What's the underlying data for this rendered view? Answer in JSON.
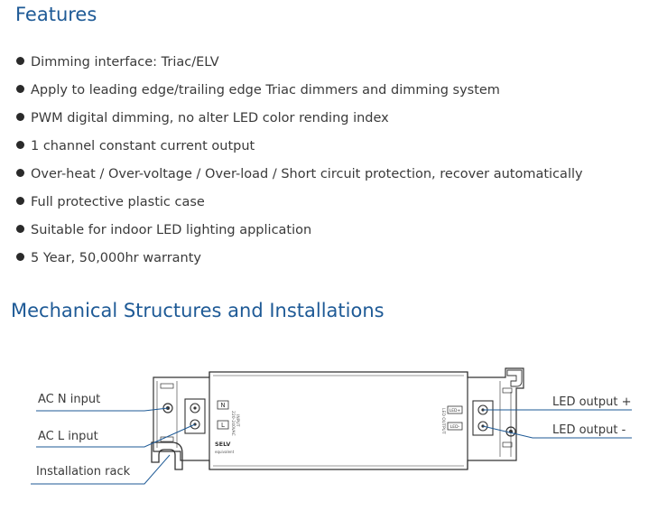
{
  "features": {
    "title": "Features",
    "items": [
      "Dimming interface: Triac/ELV",
      "Apply to leading edge/trailing edge Triac dimmers and dimming system",
      "PWM digital dimming, no alter LED color rending index",
      "1 channel constant current output",
      "Over-heat / Over-voltage / Over-load / Short circuit protection, recover automatically",
      "Full protective plastic case",
      "Suitable for indoor LED lighting application",
      "5 Year, 50,000hr warranty"
    ]
  },
  "mechanical": {
    "title": "Mechanical Structures and Installations",
    "labels": {
      "ac_n": "AC N input",
      "ac_l": "AC L input",
      "rack": "Installation rack",
      "led_plus": "LED output +",
      "led_minus": "LED output -"
    },
    "device": {
      "terminal_n": "N",
      "terminal_l": "L",
      "input_text": "INPUT",
      "input_voltage": "220-240VAC",
      "selv": "SELV",
      "selv_sub": "equivalent",
      "led_output_text": "LED OUTPUT",
      "led_plus_mark": "LED+",
      "led_minus_mark": "LED-"
    },
    "colors": {
      "leader_line": "#1e5a96",
      "title": "#1e5a96"
    }
  }
}
